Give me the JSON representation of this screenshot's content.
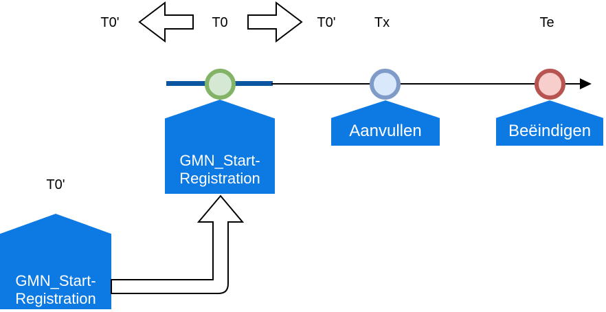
{
  "labels": {
    "t0_prime_left": "T0'",
    "t0": "T0",
    "t0_prime_right": "T0'",
    "tx": "Tx",
    "te": "Te",
    "t0_prime_bottom": "T0'"
  },
  "events": {
    "start_registration": {
      "label": "GMN_Start-Registration",
      "line1": "GMN_Start-",
      "line2": "Registration"
    },
    "aanvullen": {
      "label": "Aanvullen"
    },
    "beeindigen": {
      "label": "Beëindigen"
    },
    "start_registration_previous": {
      "label": "GMN_Start-Registration",
      "line1": "GMN_Start-",
      "line2": "Registration"
    }
  },
  "timeline": {
    "highlight_color": "#0b55a1",
    "line_color": "#000000",
    "markers": [
      {
        "id": "t0-marker",
        "ring_color": "#82b366",
        "fill_color": "#d5e8d4"
      },
      {
        "id": "tx-marker",
        "ring_color": "#7f9cc9",
        "fill_color": "#dae8fc"
      },
      {
        "id": "te-marker",
        "ring_color": "#b85450",
        "fill_color": "#f8cecc"
      }
    ]
  },
  "colors": {
    "event_shape_blue": "#0d7ae4",
    "event_text": "#ffffff",
    "label_text": "#000000"
  }
}
